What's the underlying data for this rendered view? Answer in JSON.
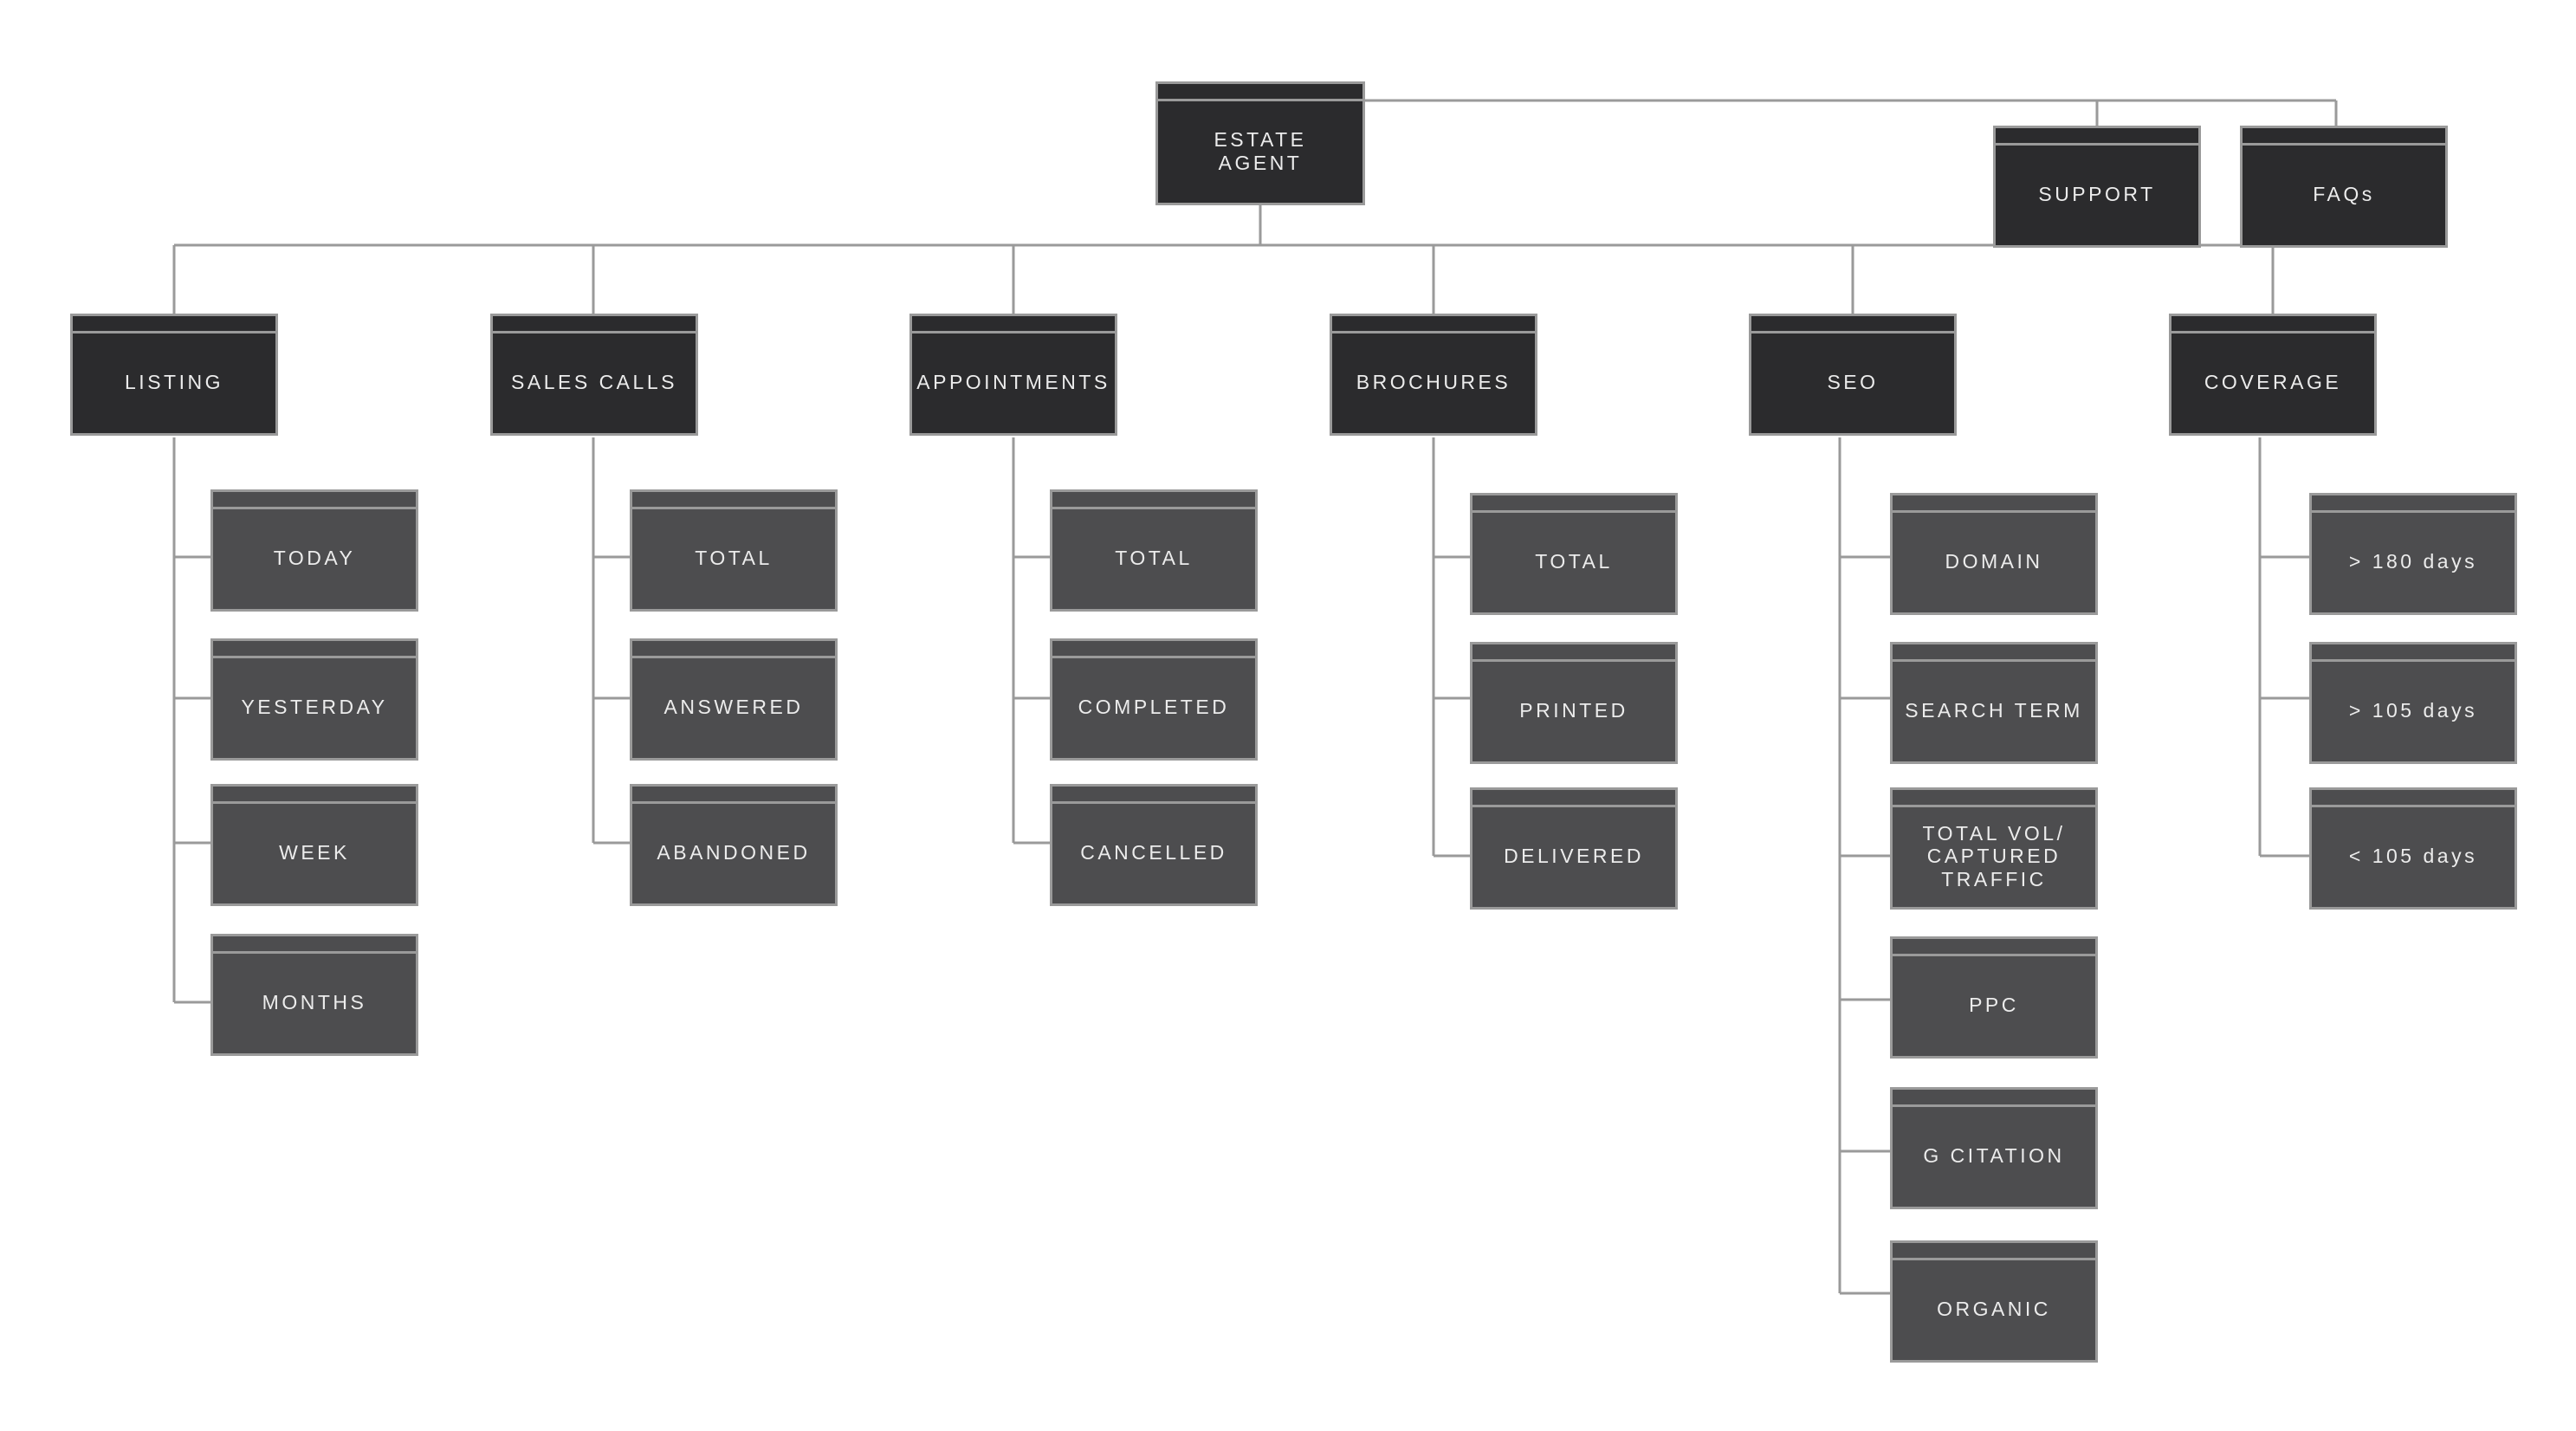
{
  "root": {
    "label": "ESTATE AGENT"
  },
  "utility_links": [
    {
      "label": "SUPPORT"
    },
    {
      "label": "FAQs"
    }
  ],
  "sections": [
    {
      "label": "LISTING",
      "items": [
        "TODAY",
        "YESTERDAY",
        "WEEK",
        "MONTHS"
      ]
    },
    {
      "label": "SALES CALLS",
      "items": [
        "TOTAL",
        "ANSWERED",
        "ABANDONED"
      ]
    },
    {
      "label": "APPOINTMENTS",
      "items": [
        "TOTAL",
        "COMPLETED",
        "CANCELLED"
      ]
    },
    {
      "label": "BROCHURES",
      "items": [
        "TOTAL",
        "PRINTED",
        "DELIVERED"
      ]
    },
    {
      "label": "SEO",
      "items": [
        "DOMAIN",
        "SEARCH TERM",
        "TOTAL VOL/\nCAPTURED\nTRAFFIC",
        "PPC",
        "G CITATION",
        "ORGANIC"
      ]
    },
    {
      "label": "COVERAGE",
      "items": [
        "> 180 days",
        "> 105 days",
        "< 105 days"
      ]
    }
  ],
  "colors": {
    "dark_node": "#2b2b2d",
    "light_node": "#4d4d4f",
    "border": "#9a9a9a",
    "connector": "#9a9a9a",
    "text": "#ececec"
  }
}
